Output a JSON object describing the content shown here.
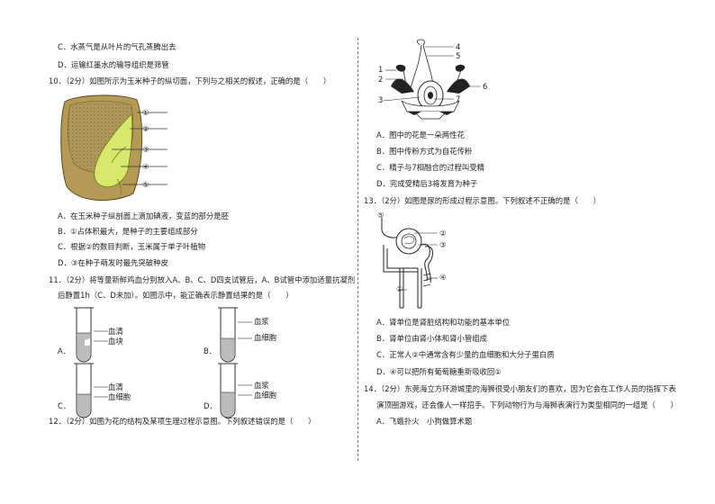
{
  "left": {
    "q9_opts": [
      "C．水蒸气是从叶片的气孔蒸腾出去",
      "D．运输红墨水的输导组织是筛管"
    ],
    "q10": {
      "stem": "10．（2分）如图所示为玉米种子的纵切面，下列与之相关的叙述，正确的是（　　）",
      "labels": [
        "①",
        "②",
        "③",
        "④",
        "⑤"
      ],
      "options": [
        "A．在玉米种子纵剖面上滴加碘液，变蓝的部分是胚",
        "B．①占体积最大，是种子的主要组成部分",
        "C．根据②的数目判断，玉米属于单子叶植物",
        "D．③在种子萌发时最先突破种皮"
      ]
    },
    "q11": {
      "stem_1": "11．（2分）将等量新鲜鸡血分别放入A、B、C、D四支试管后，A、B试管中添加适量抗凝剂",
      "stem_2": "后静置1h（C、D未加）。如图示中，能正确表示静置结果的是（　　）",
      "tubes": [
        {
          "letter": "A．",
          "top": "血清",
          "bottom": "血块"
        },
        {
          "letter": "B．",
          "top": "血浆",
          "bottom": "血细胞"
        },
        {
          "letter": "C．",
          "top": "血清",
          "bottom": "血细胞"
        },
        {
          "letter": "D．",
          "top": "血浆",
          "bottom": "血细胞"
        }
      ]
    },
    "q12_stem": "12．（2分）如图为花的结构及某项生理过程示意图。下列叙述错误的是（　　）"
  },
  "right": {
    "flower_labels": [
      "1",
      "2",
      "3",
      "4",
      "5",
      "6",
      "7"
    ],
    "q12_options": [
      "A．图中的花是一朵两性花",
      "B．图中传粉方式为自花传粉",
      "C．精子与7相融合的过程叫受精",
      "D．完成受精后3将发育为种子"
    ],
    "q13": {
      "stem": "13．（2分）如图是尿的形成过程示意图。下列叙述不正确的是（　　）",
      "labels": [
        "⑤",
        "②",
        "③",
        "①",
        "④"
      ],
      "options": [
        "A．肾单位是肾脏结构和功能的基本单位",
        "B．肾单位由肾小体和肾小管组成",
        "C．正常人②中通常含有少量的血细胞和大分子蛋白质",
        "D．④可以把所有葡萄糖重新吸收回①"
      ]
    },
    "q14": {
      "stem_1": "14．（2分）东莞海立方环游城里的海狮很受小朋友们的喜欢，因为它会在工作人员的指挥下表",
      "stem_2": "演顶圈游戏，还会像人一样招手。下列动物行为与海狮表演行为类型相同的一组是（　　）",
      "option_a": "A．飞蛾扑火　小狗做算术题"
    }
  }
}
